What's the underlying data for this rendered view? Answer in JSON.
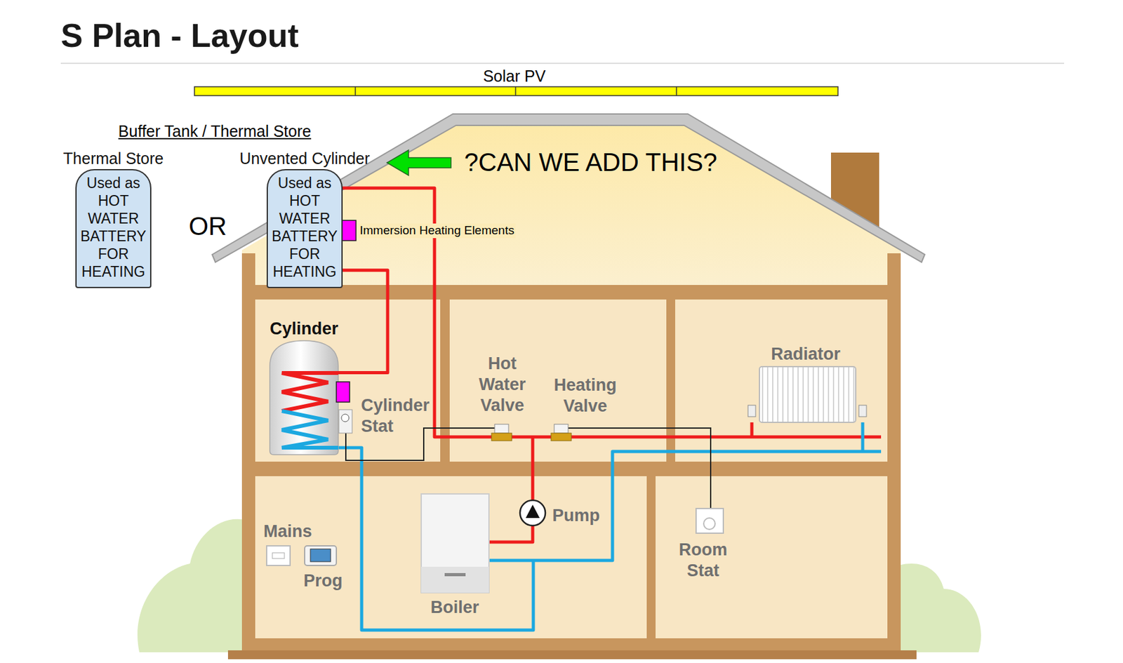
{
  "diagram": {
    "title": "S Plan - Layout",
    "nodes": [
      {
        "text": [
          "Thermal Store",
          "Used as HOT WATER BATTERY FOR HEATING"
        ]
      },
      {
        "text": [
          "Unvented Cylinder",
          "Used as HOT WATER BATTERY FOR HEATING"
        ]
      },
      {
        "text": [
          "Cylinder"
        ]
      }
    ],
    "edges": [
      {
        "from": 1,
        "to": 2,
        "arrow": "none"
      }
    ],
    "labels": [
      "Solar PV",
      "Buffer Tank / Thermal Store",
      "OR",
      "Immersion Heating Elements",
      "?CAN WE ADD THIS?",
      "Hot Water Valve",
      "Heating Valve",
      "Radiator",
      "Cylinder Stat",
      "Pump",
      "Mains",
      "Prog",
      "Boiler",
      "Room Stat"
    ]
  }
}
